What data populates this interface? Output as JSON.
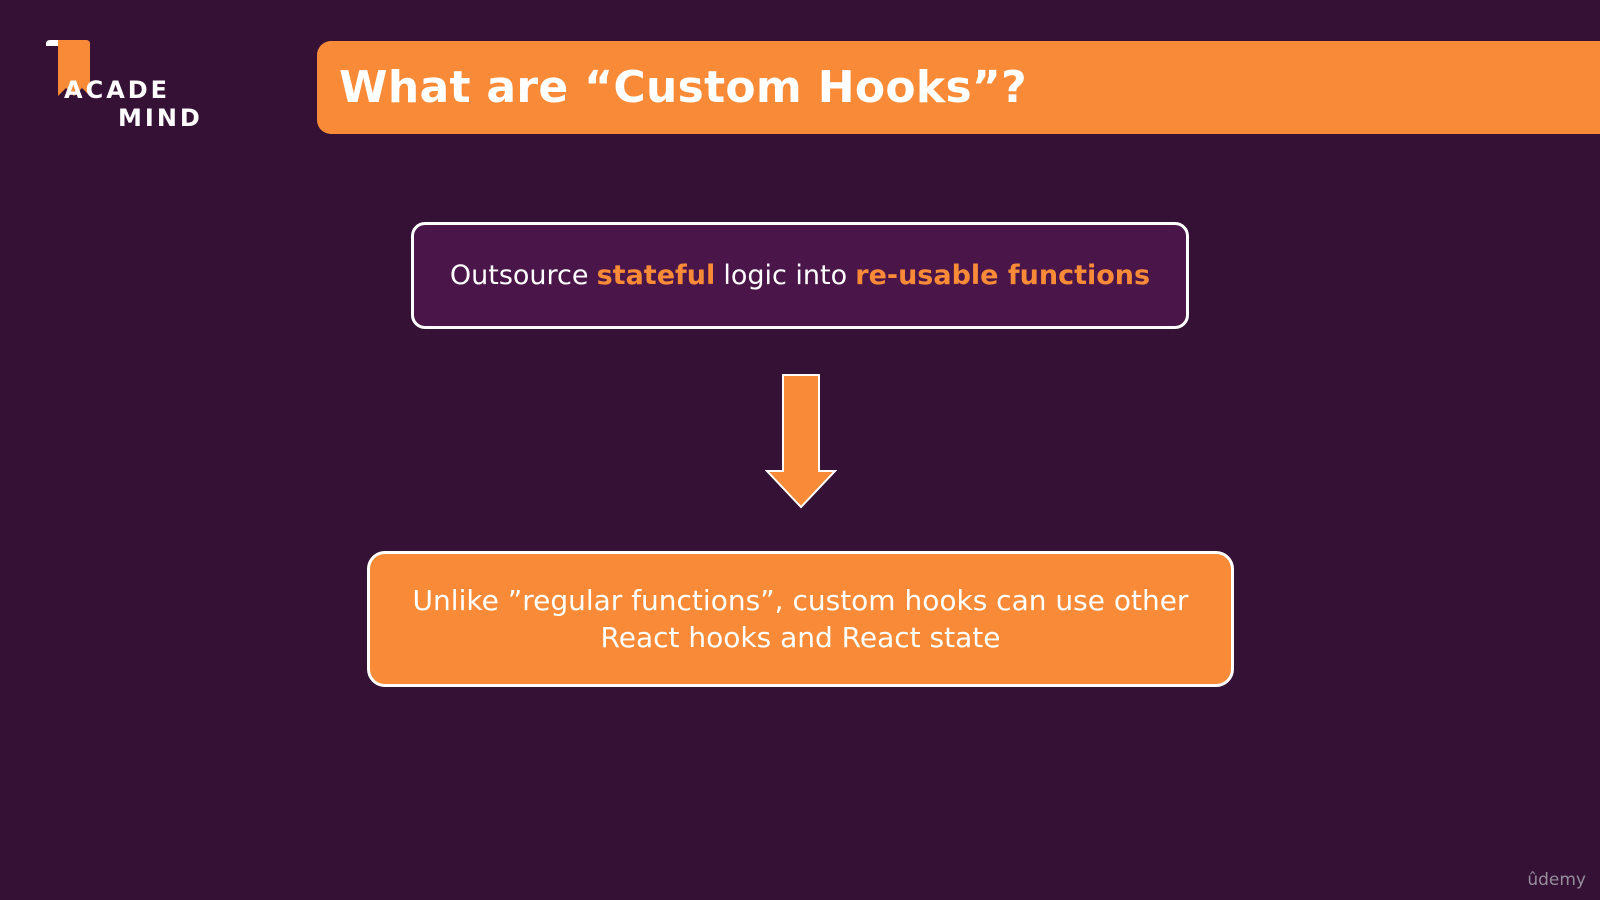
{
  "logo": {
    "line1": "ACADE",
    "line2": "MIND",
    "colors": {
      "accent": "#f98b38",
      "text": "#ffffff"
    }
  },
  "header": {
    "title": "What are “Custom Hooks”?"
  },
  "box_top": {
    "parts": [
      {
        "text": "Outsource ",
        "highlight": false
      },
      {
        "text": "stateful",
        "highlight": true
      },
      {
        "text": " logic into ",
        "highlight": false
      },
      {
        "text": "re-usable functions",
        "highlight": true
      }
    ]
  },
  "arrow": {
    "icon": "down-arrow-icon"
  },
  "box_bottom": {
    "line1": "Unlike ”regular functions”, custom hooks can use other",
    "line2": "React hooks and React state"
  },
  "watermark": {
    "text": "ûdemy"
  },
  "colors": {
    "background": "#341135",
    "accent": "#f98b38",
    "box_fill": "#4a1548",
    "border": "#ffffff"
  }
}
